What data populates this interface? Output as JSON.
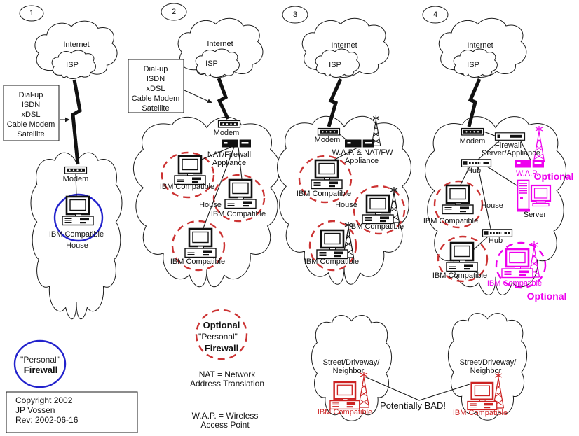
{
  "colors": {
    "personal_firewall_blue": "#2222cc",
    "optional_firewall_red": "#cc3333",
    "wireless_magenta": "#ee00ee",
    "neighbor_red": "#cc2222"
  },
  "s1": {
    "number": "1",
    "internet": "Internet",
    "isp": "ISP",
    "access": [
      "Dial-up",
      "ISDN",
      "xDSL",
      "Cable Modem",
      "Satellite"
    ],
    "modem": "Modem",
    "computer": "IBM Compatible",
    "house": "House"
  },
  "s2": {
    "number": "2",
    "internet": "Internet",
    "isp": "ISP",
    "access": [
      "Dial-up",
      "ISDN",
      "xDSL",
      "Cable Modem",
      "Satellite"
    ],
    "modem": "Modem",
    "appliance": [
      "NAT/Firewall",
      "Appliance"
    ],
    "computers": [
      "IBM Compatible",
      "IBM Compatible",
      "IBM Compatible"
    ],
    "house": "House"
  },
  "s3": {
    "number": "3",
    "internet": "Internet",
    "isp": "ISP",
    "modem": "Modem",
    "appliance": [
      "W.A.P. & NAT/FW",
      "Appliance"
    ],
    "computers": [
      "IBM Compatible",
      "IBM Compatible",
      "IBM Compatible"
    ],
    "house": "House"
  },
  "s4": {
    "number": "4",
    "internet": "Internet",
    "isp": "ISP",
    "modem": "Modem",
    "firewall": [
      "Firewall",
      "Server/Appliance"
    ],
    "hub_top": "Hub",
    "wap": "W.A.P.",
    "wap_optional": "Optional",
    "server": "Server",
    "hub_bottom": "Hub",
    "computers": [
      "IBM Compatible",
      "IBM Compatible",
      "IBM Compatible"
    ],
    "wireless_optional": "Optional",
    "house": "House"
  },
  "legend": {
    "personal_firewall": [
      "\"Personal\"",
      "Firewall"
    ],
    "optional_firewall": [
      "Optional",
      "\"Personal\"",
      "Firewall"
    ],
    "nat": [
      "NAT = Network",
      "Address Translation"
    ],
    "wap": [
      "W.A.P. = Wireless",
      "Access Point"
    ],
    "copyright": [
      "Copyright 2002",
      "JP Vossen",
      "Rev: 2002-06-16"
    ]
  },
  "street": {
    "cloud1": [
      "Street/Driveway/",
      "Neighbor"
    ],
    "cloud1_computer": "IBM Compatible",
    "cloud2": [
      "Street/Driveway/",
      "Neighbor"
    ],
    "cloud2_computer": "IBM Compatible",
    "warning": "Potentially BAD!"
  }
}
